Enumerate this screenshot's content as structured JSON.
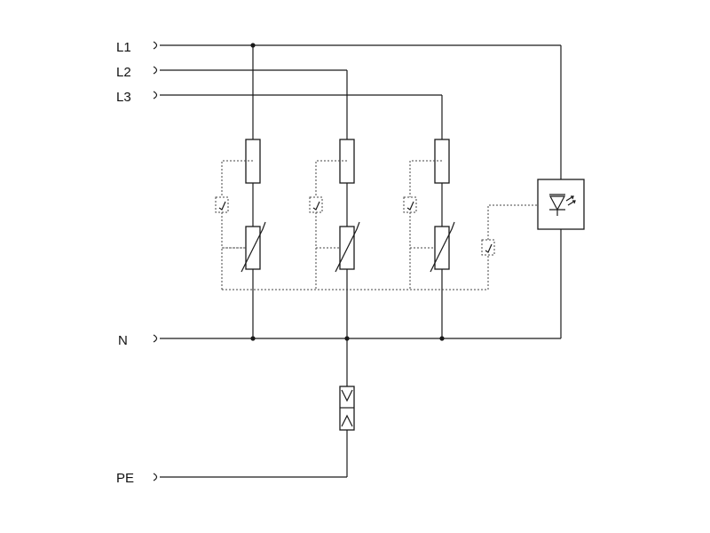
{
  "diagram": {
    "terminals": {
      "l1": "L1",
      "l2": "L2",
      "l3": "L3",
      "n": "N",
      "pe": "PE"
    },
    "colors": {
      "line": "#1a1a1a",
      "background": "#ffffff"
    },
    "icons": [
      "fuse-icon",
      "varistor-icon",
      "thermal-disconnector-icon",
      "led-indicator-icon",
      "spark-gap-icon"
    ]
  }
}
